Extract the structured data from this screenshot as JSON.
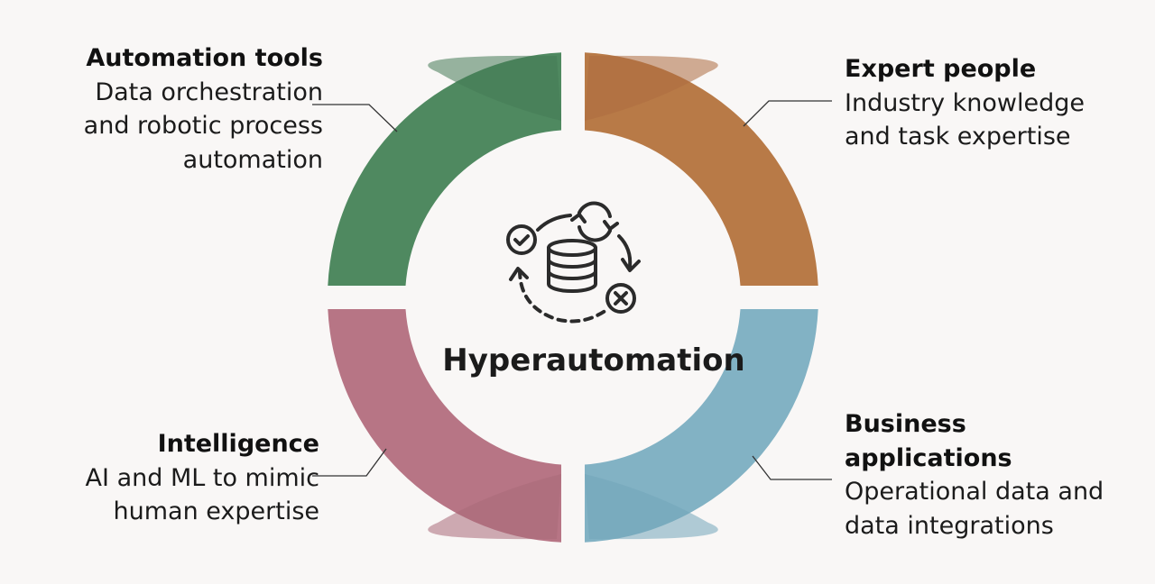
{
  "center": {
    "title": "Hyperautomation",
    "icon": "database-cycle-icon"
  },
  "segments": [
    {
      "id": "automation-tools",
      "heading": "Automation tools",
      "description": "Data orchestration\nand robotic process\nautomation",
      "color": "#4f8960",
      "shade": "#467a55"
    },
    {
      "id": "expert-people",
      "heading": "Expert people",
      "description": "Industry knowledge\nand task expertise",
      "color": "#b87a47",
      "shade": "#ad6b40"
    },
    {
      "id": "intelligence",
      "heading": "Intelligence",
      "description": "AI and ML to mimic\nhuman expertise",
      "color": "#b77585",
      "shade": "#a96a78"
    },
    {
      "id": "business-applications",
      "heading": "Business\napplications",
      "description": "Operational data and\ndata integrations",
      "color": "#82b2c4",
      "shade": "#73a6b9"
    }
  ],
  "colors": {
    "background": "#f9f7f6",
    "text": "#1b1b1b",
    "connector": "#333333",
    "icon": "#2b2b2b"
  }
}
